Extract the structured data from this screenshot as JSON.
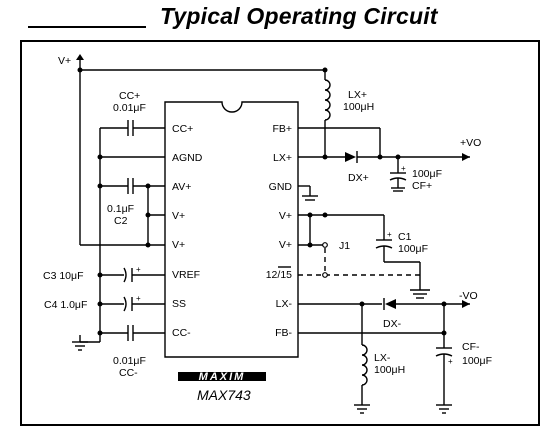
{
  "header": {
    "title": "Typical Operating Circuit"
  },
  "chip": {
    "name": "MAX743",
    "logo": "MAXIM",
    "left_pins": [
      "CC+",
      "AGND",
      "AV+",
      "V+",
      "V+",
      "VREF",
      "SS",
      "CC-"
    ],
    "right_pins": [
      "FB+",
      "LX+",
      "GND",
      "V+",
      "V+",
      "12/15",
      "LX-",
      "FB-"
    ]
  },
  "labels": {
    "vplus_supply": "V+",
    "cc_plus_name": "CC+",
    "cc_plus_value": "0.01μF",
    "c2_value": "0.1μF",
    "c2_name": "C2",
    "c3": "C3 10μF",
    "c4": "C4 1.0μF",
    "cc_minus_value": "0.01μF",
    "cc_minus_name": "CC-",
    "lx_plus_name": "LX+",
    "lx_plus_value": "100μH",
    "out_pos": "+VO",
    "dx_plus": "DX+",
    "cf_plus_value": "100μF",
    "cf_plus_name": "CF+",
    "c1_name": "C1",
    "c1_value": "100μF",
    "j1": "J1",
    "out_neg": "-VO",
    "dx_minus": "DX-",
    "cf_minus_name": "CF-",
    "cf_minus_value": "100μF",
    "lx_minus_name": "LX-",
    "lx_minus_value": "100μH"
  }
}
